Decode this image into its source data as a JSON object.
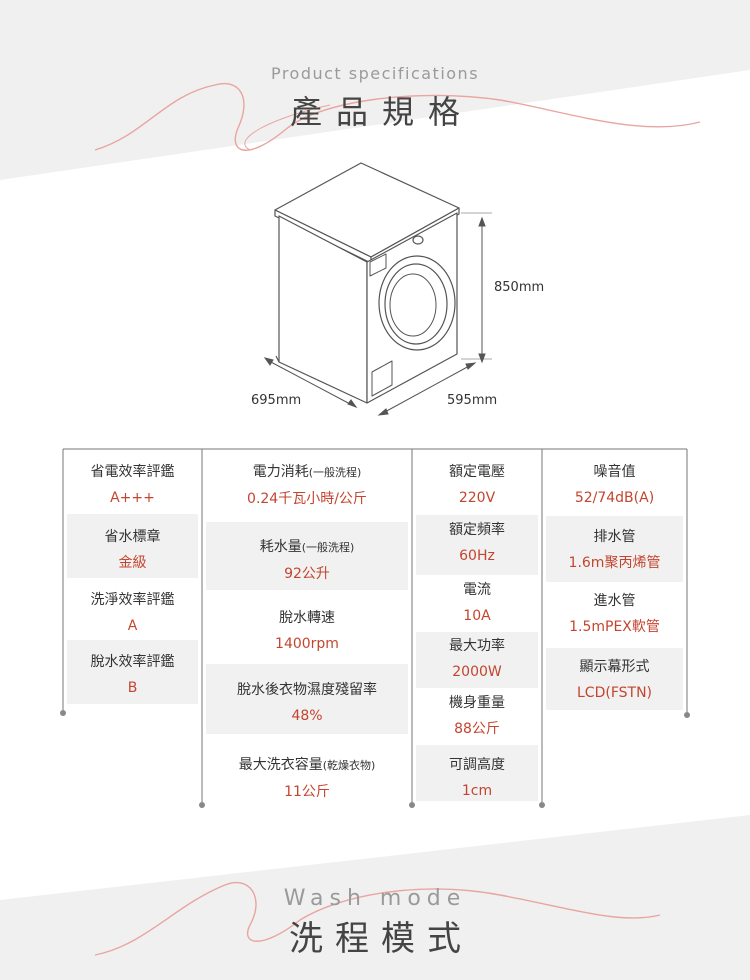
{
  "spec_section": {
    "subtitle": "Product specifications",
    "title": "產品規格"
  },
  "dimensions": {
    "height": "850mm",
    "depth": "695mm",
    "width": "595mm"
  },
  "columns": [
    {
      "specs": [
        {
          "label": "省電效率評鑑",
          "value": "A+++"
        },
        {
          "label": "省水標章",
          "value": "金級"
        },
        {
          "label": "洗淨效率評鑑",
          "value": "A"
        },
        {
          "label": "脫水效率評鑑",
          "value": "B"
        }
      ]
    },
    {
      "specs": [
        {
          "label": "電力消耗",
          "note": "(一般洗程)",
          "value": "0.24千瓦小時/公斤"
        },
        {
          "label": "耗水量",
          "note": "(一般洗程)",
          "value": "92公升"
        },
        {
          "label": "脫水轉速",
          "value": "1400rpm"
        },
        {
          "label": "脫水後衣物濕度殘留率",
          "value": "48%"
        },
        {
          "label": "最大洗衣容量",
          "note": "(乾燥衣物)",
          "value": "11公斤"
        }
      ]
    },
    {
      "specs": [
        {
          "label": "額定電壓",
          "value": "220V"
        },
        {
          "label": "額定頻率",
          "value": "60Hz"
        },
        {
          "label": "電流",
          "value": "10A"
        },
        {
          "label": "最大功率",
          "value": "2000W"
        },
        {
          "label": "機身重量",
          "value": "88公斤"
        },
        {
          "label": "可調高度",
          "value": "1cm"
        }
      ]
    },
    {
      "specs": [
        {
          "label": "噪音值",
          "value": "52/74dB(A)"
        },
        {
          "label": "排水管",
          "value": "1.6m聚丙烯管"
        },
        {
          "label": "進水管",
          "value": "1.5mPEX軟管"
        },
        {
          "label": "顯示幕形式",
          "value": "LCD(FSTN)"
        }
      ]
    }
  ],
  "wash_section": {
    "subtitle": "Wash mode",
    "title": "洗程模式"
  },
  "colors": {
    "accent": "#c4452f",
    "gray_band": "#f0f0f0",
    "line": "#777777",
    "scribble": "#e8a5a0"
  }
}
